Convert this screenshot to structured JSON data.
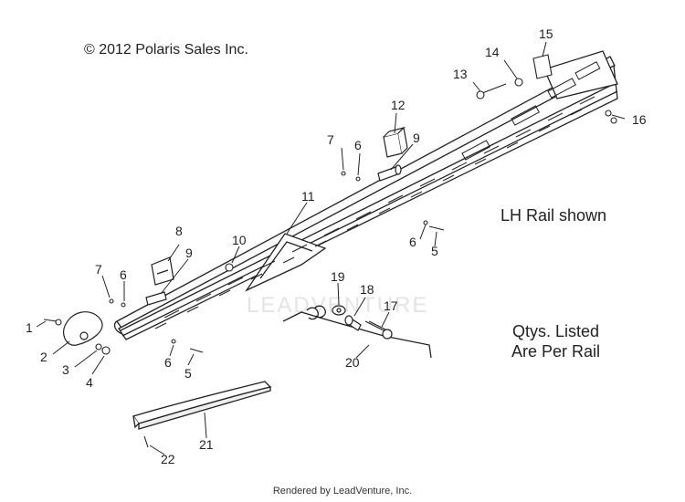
{
  "copyright": "© 2012 Polaris Sales Inc.",
  "note_rail": "LH Rail shown",
  "note_qty_line1": "Qtys. Listed",
  "note_qty_line2": "Are Per Rail",
  "watermark": "LEADVENTURE",
  "footer": "Rendered by LeadVenture, Inc.",
  "callouts": {
    "c1": "1",
    "c2": "2",
    "c3": "3",
    "c4": "4",
    "c5a": "5",
    "c5b": "5",
    "c6a": "6",
    "c6b": "6",
    "c6c": "6",
    "c6d": "6",
    "c7a": "7",
    "c7b": "7",
    "c8": "8",
    "c9a": "9",
    "c9b": "9",
    "c10": "10",
    "c11": "11",
    "c12": "12",
    "c13": "13",
    "c14": "14",
    "c15": "15",
    "c16": "16",
    "c17": "17",
    "c18": "18",
    "c19": "19",
    "c20": "20",
    "c21": "21",
    "c22": "22"
  }
}
